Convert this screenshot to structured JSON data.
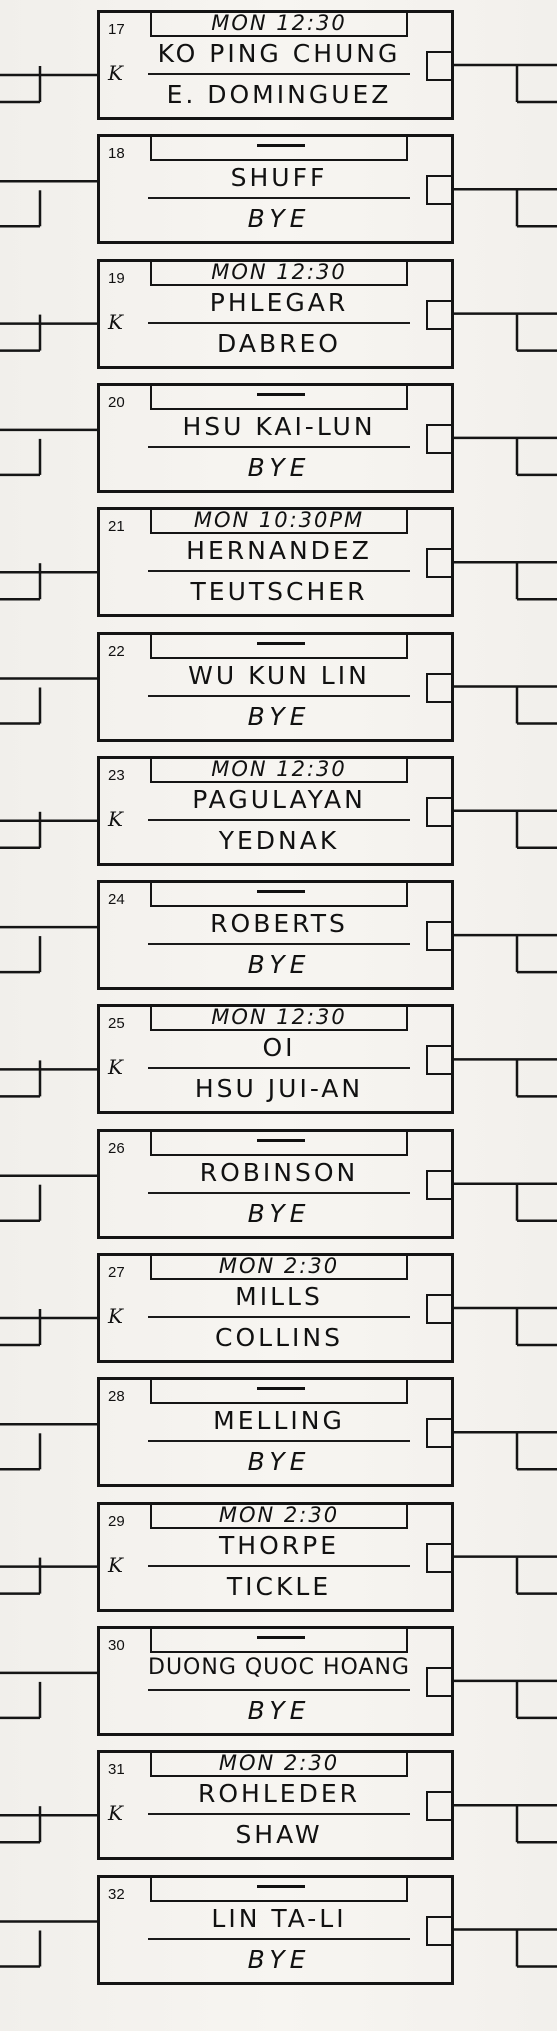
{
  "matches": [
    {
      "number": "17",
      "time": "MON 12:30",
      "player1": "KO PING CHUNG",
      "player2": "E. DOMINGUEZ",
      "mark": "K"
    },
    {
      "number": "18",
      "time": "",
      "player1": "SHUFF",
      "player2": "BYE",
      "mark": ""
    },
    {
      "number": "19",
      "time": "MON 12:30",
      "player1": "PHLEGAR",
      "player2": "DABREO",
      "mark": "K"
    },
    {
      "number": "20",
      "time": "",
      "player1": "HSU KAI-LUN",
      "player2": "BYE",
      "mark": ""
    },
    {
      "number": "21",
      "time": "MON 10:30PM",
      "player1": "HERNANDEZ",
      "player2": "TEUTSCHER",
      "mark": ""
    },
    {
      "number": "22",
      "time": "",
      "player1": "WU KUN LIN",
      "player2": "BYE",
      "mark": ""
    },
    {
      "number": "23",
      "time": "MON 12:30",
      "player1": "PAGULAYAN",
      "player2": "YEDNAK",
      "mark": "K"
    },
    {
      "number": "24",
      "time": "",
      "player1": "ROBERTS",
      "player2": "BYE",
      "mark": ""
    },
    {
      "number": "25",
      "time": "MON 12:30",
      "player1": "OI",
      "player2": "HSU JUI-AN",
      "mark": "K"
    },
    {
      "number": "26",
      "time": "",
      "player1": "ROBINSON",
      "player2": "BYE",
      "mark": ""
    },
    {
      "number": "27",
      "time": "MON 2:30",
      "player1": "MILLS",
      "player2": "COLLINS",
      "mark": "K"
    },
    {
      "number": "28",
      "time": "",
      "player1": "MELLING",
      "player2": "BYE",
      "mark": ""
    },
    {
      "number": "29",
      "time": "MON 2:30",
      "player1": "THORPE",
      "player2": "TICKLE",
      "mark": "K"
    },
    {
      "number": "30",
      "time": "",
      "player1": "DUONG QUOC HOANG",
      "player2": "BYE",
      "mark": ""
    },
    {
      "number": "31",
      "time": "MON 2:30",
      "player1": "ROHLEDER",
      "player2": "SHAW",
      "mark": "K"
    },
    {
      "number": "32",
      "time": "",
      "player1": "LIN TA-LI",
      "player2": "BYE",
      "mark": ""
    }
  ]
}
